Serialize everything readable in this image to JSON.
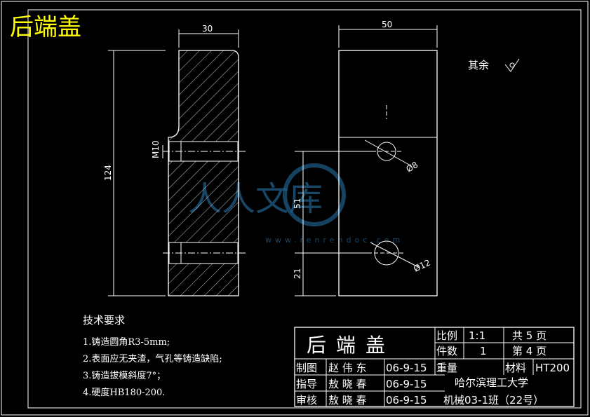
{
  "part_title": "后端盖",
  "watermark": {
    "text": "人人文库",
    "url": "www.renrendoc.com"
  },
  "dims": {
    "d30": "30",
    "d50": "50",
    "d124": "124",
    "d51": "51",
    "d21": "21",
    "m10": "M10",
    "dia8": "Ø8",
    "dia12": "Ø12"
  },
  "roughness_note": "其余",
  "tech": {
    "heading": "技术要求",
    "items": [
      "1.铸造圆角R3-5mm;",
      "2.表面应无夹渣，气孔等铸造缺陷;",
      "3.铸造拔模斜度7°；",
      "4.硬度HB180-200."
    ]
  },
  "title_block": {
    "part_name": "后端盖",
    "scale_label": "比例",
    "scale_value": "1:1",
    "total_pages": "共 5 页",
    "qty_label": "件数",
    "qty_value": "1",
    "page_no": "第 4 页",
    "drawn": {
      "label": "制图",
      "name": "赵 伟 东",
      "date": "06-9-15"
    },
    "weight_label": "重量",
    "material_label": "材料",
    "material_value": "HT200",
    "guide": {
      "label": "指导",
      "name": "敖 晓 春",
      "date": "06-9-15"
    },
    "school": "哈尔滨理工大学",
    "review": {
      "label": "审核",
      "name": "敖 晓 春",
      "date": "06-9-15"
    },
    "class_info": "机械03-1班（22号）"
  }
}
